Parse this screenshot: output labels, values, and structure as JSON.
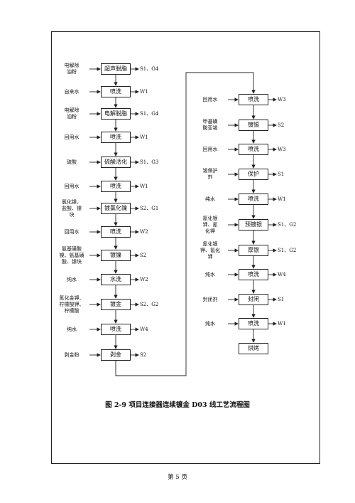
{
  "left_steps": [
    {
      "input": "电解除\n油粉",
      "label": "超声脱脂",
      "output": "S1、G4"
    },
    {
      "input": "自来水",
      "label": "喷洗",
      "output": "W1"
    },
    {
      "input": "电解除\n油粉",
      "label": "电解脱脂",
      "output": "S1、G4"
    },
    {
      "input": "回用水",
      "label": "喷洗",
      "output": "W1"
    },
    {
      "input": "硫酸",
      "label": "硫酸活化",
      "output": "S1、G3"
    },
    {
      "input": "回用水",
      "label": "喷洗",
      "output": "W1"
    },
    {
      "input": "氯化镍、\n盐酸、镍\n块",
      "label": "镀氯化镍",
      "output": "S2、G1"
    },
    {
      "input": "回用水",
      "label": "喷洗",
      "output": "W2"
    },
    {
      "input": "氨基磺酸\n镍、氨基磺\n酸、镍块",
      "label": "镀镍",
      "output": "S2"
    },
    {
      "input": "纯水",
      "label": "水洗",
      "output": "W2"
    },
    {
      "input": "氰化金钾、\n柠檬酸钾、\n柠檬酸",
      "label": "镀金",
      "output": "S2、G2"
    },
    {
      "input": "纯水",
      "label": "喷洗",
      "output": "W4"
    },
    {
      "input": "剥金粉",
      "label": "剥金",
      "output": "S2"
    }
  ],
  "right_steps": [
    {
      "input": "回用水",
      "label": "喷洗",
      "output": "W3"
    },
    {
      "input": "甲基磺\n酸亚锡",
      "label": "镀锡",
      "output": "S2"
    },
    {
      "input": "回用水",
      "label": "喷洗",
      "output": "W3"
    },
    {
      "input": "锡保护\n剂",
      "label": "保护",
      "output": "S1"
    },
    {
      "input": "纯水",
      "label": "喷洗",
      "output": "W1"
    },
    {
      "input": "氰化银\n钾、氰\n化钾",
      "label": "预镀银",
      "output": "S1、G2"
    },
    {
      "input": "氰化银\n钾、氰化\n钾",
      "label": "厚银",
      "output": "S1、G2"
    },
    {
      "input": "纯水",
      "label": "喷洗",
      "output": "W4"
    },
    {
      "input": "封闭剂",
      "label": "封闭",
      "output": "S1"
    },
    {
      "input": "纯水",
      "label": "喷洗",
      "output": "W1"
    },
    {
      "input": "",
      "label": "烘烤",
      "output": ""
    }
  ],
  "caption": "图 2-9 项目连接器连续镀金 D03 线工艺流程图",
  "page_number": "第 5 页"
}
